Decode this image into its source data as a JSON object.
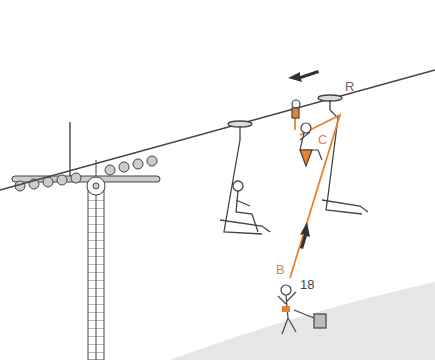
{
  "diagram": {
    "labels": [
      "C",
      "R",
      "B",
      "18"
    ]
  }
}
